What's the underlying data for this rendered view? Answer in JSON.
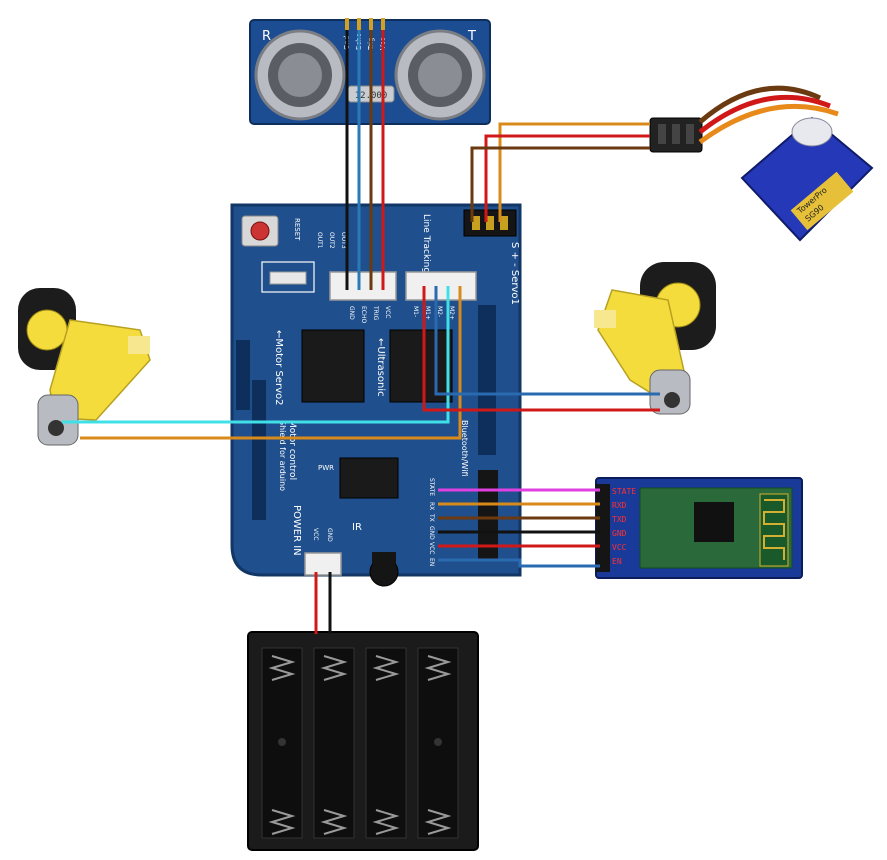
{
  "colors": {
    "board": "#1f4f8c",
    "board_dark": "#123665",
    "board_text": "#ffffff",
    "wire_black": "#111111",
    "wire_red": "#d01818",
    "wire_brown": "#6b3a10",
    "wire_orange": "#d88a1a",
    "wire_blue": "#2a6ab0",
    "wire_cyan": "#40e0e8",
    "wire_magenta": "#e040e0",
    "motor_yellow": "#f4dc3c",
    "servo_blue": "#2438b8",
    "bt_board": "#1a3a9a"
  },
  "ultrasonic": {
    "pins": [
      "Gnd",
      "Echo",
      "Trig",
      "Vcc"
    ],
    "corner_left": "R",
    "corner_right": "T",
    "crystal": "12.000"
  },
  "shield": {
    "reset": "RESET",
    "line_tracking": "Line Tracking",
    "servo1": "S + -  Servo1",
    "servo_pins": [
      "S",
      "+",
      "-"
    ],
    "motor_servo2": "←Motor  Servo2",
    "ultrasonic": "←Ultrasonic",
    "motor_control_title": "Motor control",
    "motor_control_sub": "Shield for arduino",
    "power_in": "POWER IN",
    "bluetooth_wifi": "Bluetooth/Wifi",
    "ir": "IR",
    "pwr": "PWR",
    "ultra_header": [
      "GND",
      "ECHO",
      "TRIG",
      "VCC"
    ],
    "motor_pins": [
      "M1-",
      "M1+",
      "M2-",
      "M2+"
    ],
    "out_labels": [
      "OUT1",
      "OUT2",
      "OUT3"
    ],
    "bt_header": [
      "STATE",
      "RX",
      "TX",
      "GND",
      "VCC",
      "EN"
    ],
    "power_pins": [
      "VCC",
      "GND"
    ]
  },
  "bluetooth": {
    "pins": [
      "STATE",
      "RXD",
      "TXD",
      "GND",
      "VCC",
      "EN"
    ]
  },
  "servo": {
    "brand": "TowerPro",
    "model": "SG90"
  }
}
